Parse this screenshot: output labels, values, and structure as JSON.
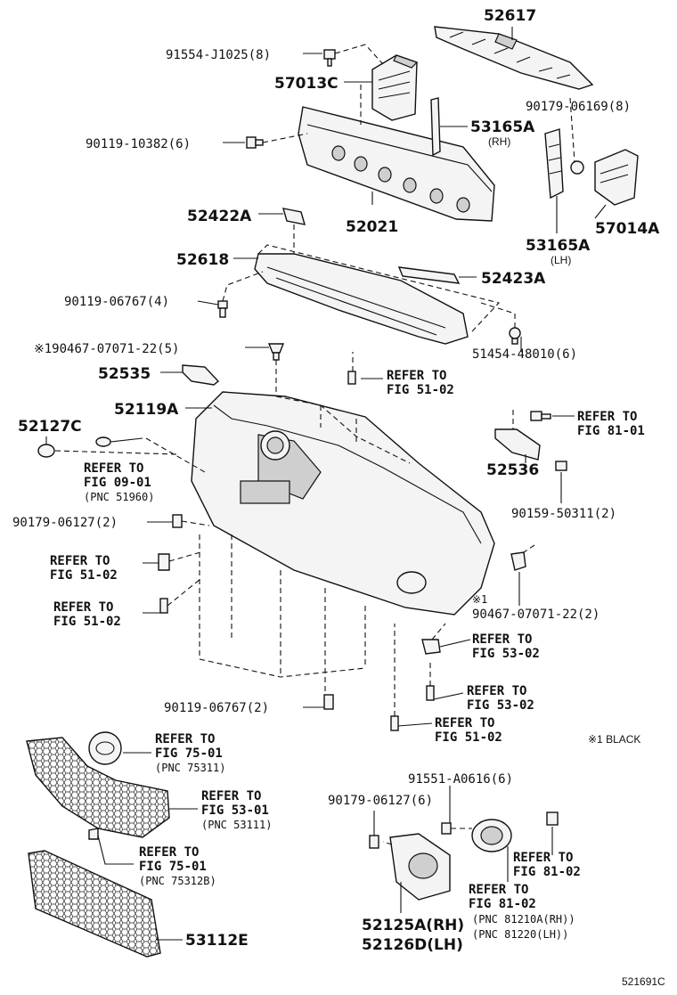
{
  "labels": {
    "p52617": "52617",
    "p91554": "91554-J1025(8)",
    "p57013C": "57013C",
    "p90179_06169": "90179-06169(8)",
    "p90119_10382": "90119-10382(6)",
    "p53165A_rh": "53165A",
    "rh1": "(RH)",
    "p52021": "52021",
    "p57014A": "57014A",
    "p52422A": "52422A",
    "p53165A_lh": "53165A",
    "lh1": "(LH)",
    "p52618": "52618",
    "p52423A": "52423A",
    "p90119_06767a": "90119-06767(4)",
    "p90467a": "※190467-07071-22(5)",
    "p51454": "51454-48010(6)",
    "p52535": "52535",
    "refer_5102a_1": "REFER TO",
    "refer_5102a_2": "FIG 51-02",
    "p52119A": "52119A",
    "p52127C": "52127C",
    "refer_8101a_1": "REFER TO",
    "refer_8101a_2": "FIG 81-01",
    "refer_0901_1": "REFER TO",
    "refer_0901_2": "FIG 09-01",
    "pnc_51960": "(PNC 51960)",
    "p52536": "52536",
    "p90159": "90159-50311(2)",
    "p90179_06127a": "90179-06127(2)",
    "refer_5102b_1": "REFER TO",
    "refer_5102b_2": "FIG 51-02",
    "refer_5102c_1": "REFER TO",
    "refer_5102c_2": "FIG 51-02",
    "note_x1": "※1",
    "p90467b": "90467-07071-22(2)",
    "refer_5302a_1": "REFER TO",
    "refer_5302a_2": "FIG 53-02",
    "refer_5302b_1": "REFER TO",
    "refer_5302b_2": "FIG 53-02",
    "p90119_06767b": "90119-06767(2)",
    "refer_5102d_1": "REFER TO",
    "refer_5102d_2": "FIG 51-02",
    "black_note": "※1 BLACK",
    "refer_7501a_1": "REFER TO",
    "refer_7501a_2": "FIG 75-01",
    "pnc_75311": "(PNC 75311)",
    "p91551": "91551-A0616(6)",
    "p90179_06127b": "90179-06127(6)",
    "refer_5301_1": "REFER TO",
    "refer_5301_2": "FIG 53-01",
    "pnc_53111": "(PNC 53111)",
    "refer_7501b_1": "REFER TO",
    "refer_7501b_2": "FIG 75-01",
    "pnc_75312B": "(PNC 75312B)",
    "refer_8102a_1": "REFER TO",
    "refer_8102a_2": "FIG 81-02",
    "refer_8102b_1": "REFER TO",
    "refer_8102b_2": "FIG 81-02",
    "pnc_81210A": "(PNC 81210A(RH))",
    "pnc_81220": "(PNC 81220(LH))",
    "p52125A": "52125A(RH)",
    "p52126D": "52126D(LH)",
    "p53112E": "53112E",
    "diagram_id": "521691C"
  }
}
